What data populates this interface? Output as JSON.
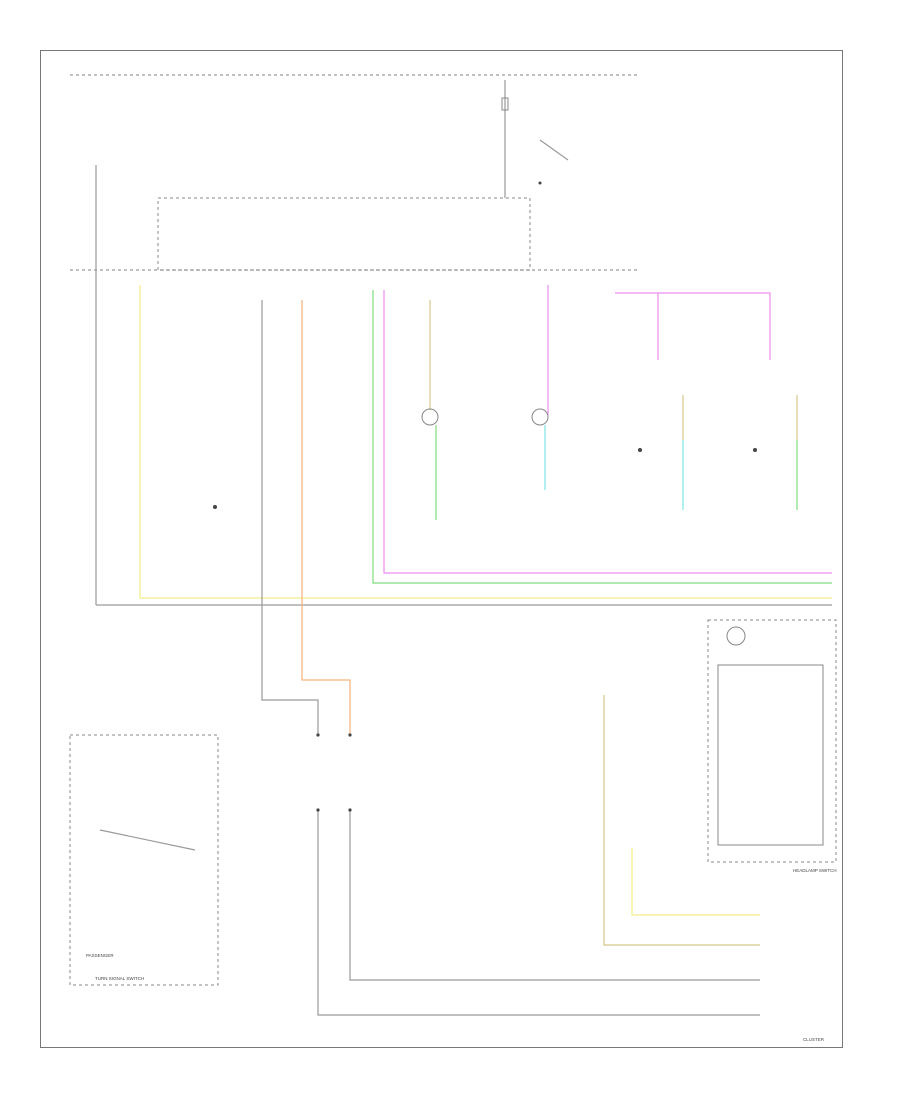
{
  "diagram": {
    "title": "",
    "corner_label": "CLUSTER",
    "components": {
      "turn_signal_switch": "TURN SIGNAL SWITCH",
      "headlamp_switch": "HEADLAMP SWITCH",
      "passenger_label": "PASSENGER"
    },
    "colors": {
      "yellow": "#f2ec88",
      "orange": "#f5b27a",
      "green": "#7fdc7f",
      "pink": "#f08cf0",
      "cyan": "#7fe6e6",
      "tan": "#d8c78a",
      "gray": "#9a9a9a"
    }
  }
}
